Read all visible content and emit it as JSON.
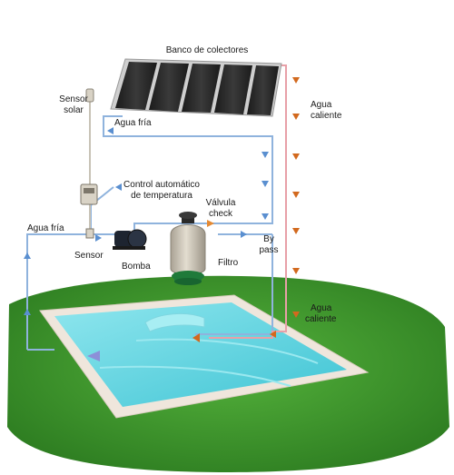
{
  "labels": {
    "collectors": "Banco de colectores",
    "solar_sensor_1": "Sensor",
    "solar_sensor_2": "solar",
    "cold_water_top": "Agua fría",
    "cold_water_left": "Agua fría",
    "hot_water_top_1": "Agua",
    "hot_water_top_2": "caliente",
    "hot_water_bottom_1": "Agua",
    "hot_water_bottom_2": "caliente",
    "controller_1": "Control automático",
    "controller_2": "de temperatura",
    "check_valve_1": "Válvula",
    "check_valve_2": "check",
    "sensor": "Sensor",
    "pump": "Bomba",
    "filter": "Filtro",
    "bypass_1": "By",
    "bypass_2": "pass"
  },
  "colors": {
    "cold_pipe": "#8fb3dd",
    "hot_pipe": "#e8a0a8",
    "cold_arrow": "#5a8fd0",
    "hot_arrow": "#d2691e",
    "grass": "#3f9a2e",
    "pool_water": "#5fd3e0",
    "pool_edge": "#efe6dc",
    "collector_panel": "#2a2a2a",
    "filter_body": "#c9c2b4"
  }
}
